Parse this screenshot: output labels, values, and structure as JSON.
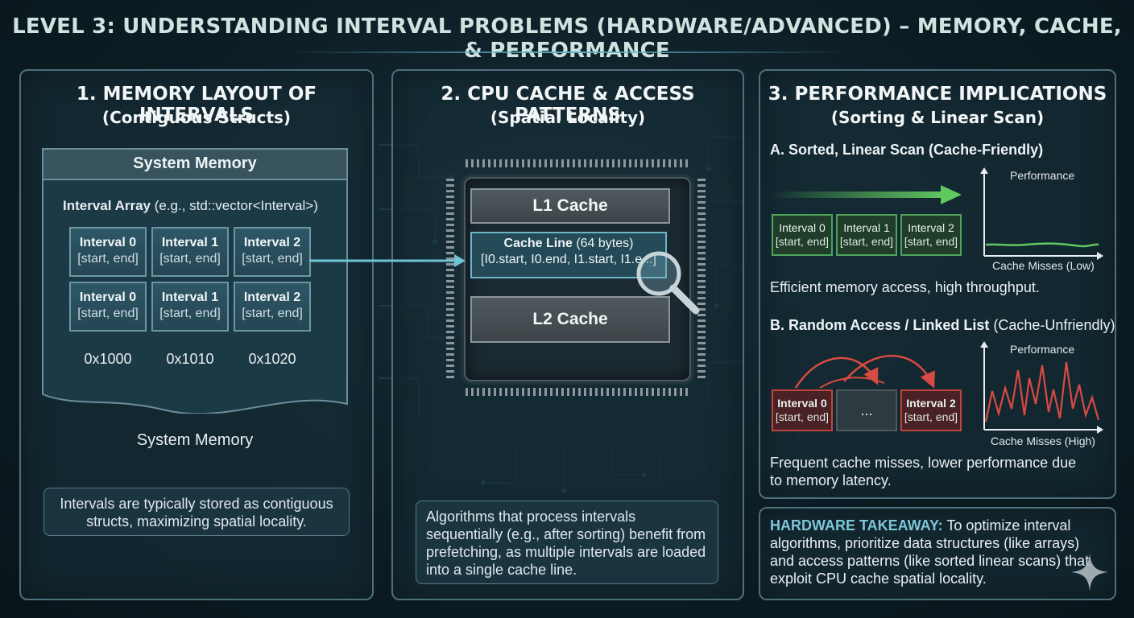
{
  "title": "LEVEL 3: UNDERSTANDING INTERVAL PROBLEMS (HARDWARE/ADVANCED) – MEMORY, CACHE, & PERFORMANCE",
  "panel1": {
    "heading": "1. MEMORY LAYOUT OF INTERVALS",
    "subheading": "(Contiguous Structs)",
    "doc_header": "System Memory",
    "array_label_bold": "Interval Array",
    "array_label_rest": " (e.g., std::vector<Interval>)",
    "cells": [
      {
        "name": "Interval 0",
        "range": "[start, end]"
      },
      {
        "name": "Interval 1",
        "range": "[start, end]"
      },
      {
        "name": "Interval 2",
        "range": "[start, end]"
      },
      {
        "name": "Interval 0",
        "range": "[start, end]"
      },
      {
        "name": "Interval 1",
        "range": "[start, end]"
      },
      {
        "name": "Interval 2",
        "range": "[start, end]"
      }
    ],
    "addresses": [
      "0x1000",
      "0x1010",
      "0x1020"
    ],
    "footer_label": "System Memory",
    "note": "Intervals are typically stored as contiguous structs, maximizing spatial locality."
  },
  "panel2": {
    "heading": "2. CPU CACHE & ACCESS PATTERNS",
    "subheading": "(Spatial Locality)",
    "l1": "L1 Cache",
    "cache_line_bold": "Cache Line",
    "cache_line_rest": " (64 bytes)",
    "cache_line_content": "[I0.start, I0.end, I1.start, I1.e...]",
    "l2": "L2 Cache",
    "note": "Algorithms that process intervals sequentially (e.g., after sorting) benefit from prefetching, as multiple intervals are loaded into a single cache line."
  },
  "panel3": {
    "heading": "3. PERFORMANCE IMPLICATIONS",
    "subheading": "(Sorting & Linear Scan)",
    "a": {
      "heading": "A. Sorted, Linear Scan (Cache-Friendly)",
      "cells": [
        {
          "name": "Interval 0",
          "range": "[start, end]"
        },
        {
          "name": "Interval 1",
          "range": "[start, end]"
        },
        {
          "name": "Interval 2",
          "range": "[start, end]"
        }
      ],
      "y_label": "Performance",
      "x_label": "Cache Misses (Low)",
      "caption": "Efficient memory access, high throughput.",
      "color": "#5fc85f"
    },
    "b": {
      "heading_bold": "B. Random Access / Linked List",
      "heading_rest": " (Cache-Unfriendly)",
      "cells": [
        {
          "name": "Interval 0",
          "range": "[start, end]"
        },
        {
          "name": "...",
          "range": ""
        },
        {
          "name": "Interval 2",
          "range": "[start, end]"
        }
      ],
      "y_label": "Performance",
      "x_label": "Cache Misses (High)",
      "caption": "Frequent cache misses, lower performance due to memory latency.",
      "color": "#d94a42"
    }
  },
  "takeaway": {
    "label": "HARDWARE TAKEAWAY:",
    "text": " To optimize interval algorithms, prioritize data structures (like arrays) and access patterns (like sorted linear scans) that exploit CPU cache spatial locality."
  },
  "colors": {
    "accent": "#6fc3d6",
    "panel_border": "#4f6f7c",
    "good": "#5fc85f",
    "bad": "#d94a42"
  }
}
